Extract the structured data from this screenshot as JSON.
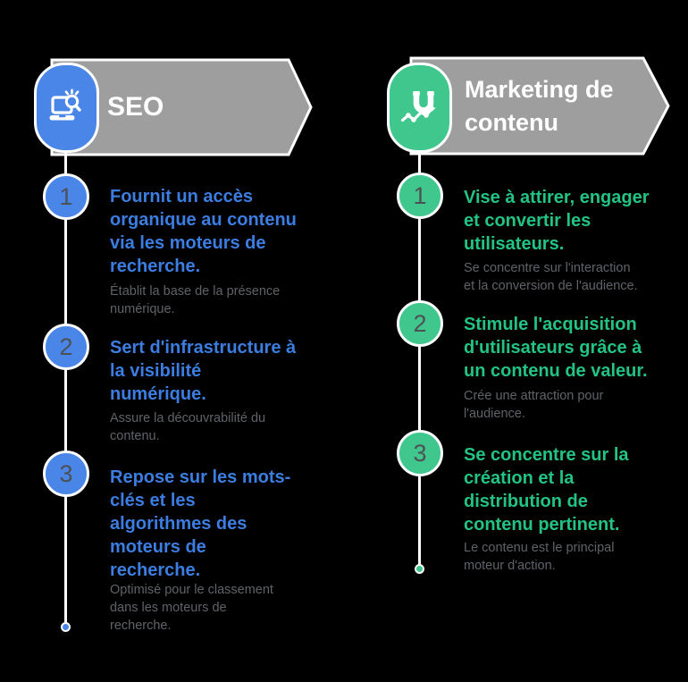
{
  "theme": {
    "background": "#000000",
    "banner_gray": "#9e9e9e",
    "banner_text": "#ffffff",
    "accent_blue": "#4a86e8",
    "accent_blue_text": "#3b7de0",
    "accent_green": "#3fc78d",
    "accent_green_text": "#22c383",
    "number_color": "#4d5156",
    "subtext_color": "#5f6368",
    "line_color": "#ffffff"
  },
  "columns": [
    {
      "id": "seo",
      "title": "SEO",
      "icon": "laptop-search-icon",
      "items": [
        {
          "number": "1",
          "title": "Fournit un accès\norganique au contenu\nvia les moteurs de\nrecherche.",
          "subtitle": "Établit la base de la présence\nnumérique."
        },
        {
          "number": "2",
          "title": "Sert d'infrastructure à\nla visibilité\nnumérique.",
          "subtitle": "Assure la découvrabilité du\ncontenu."
        },
        {
          "number": "3",
          "title": "Repose sur les mots-\nclés et les\nalgorithmes des\nmoteurs de\nrecherche.",
          "subtitle": "Optimisé pour le classement\ndans les moteurs de\nrecherche."
        }
      ]
    },
    {
      "id": "content-marketing",
      "title": "Marketing de\ncontenu",
      "icon": "magnet-chart-icon",
      "items": [
        {
          "number": "1",
          "title": "Vise à attirer, engager\net convertir les\nutilisateurs.",
          "subtitle": "Se concentre sur l'interaction\net la conversion de l'audience."
        },
        {
          "number": "2",
          "title": "Stimule l'acquisition\nd'utilisateurs grâce à\nun contenu de valeur.",
          "subtitle": "Crée une attraction pour\nl'audience."
        },
        {
          "number": "3",
          "title": "Se concentre sur la\ncréation et la\ndistribution de\ncontenu pertinent.",
          "subtitle": "Le contenu est le principal\nmoteur d'action."
        }
      ]
    }
  ]
}
